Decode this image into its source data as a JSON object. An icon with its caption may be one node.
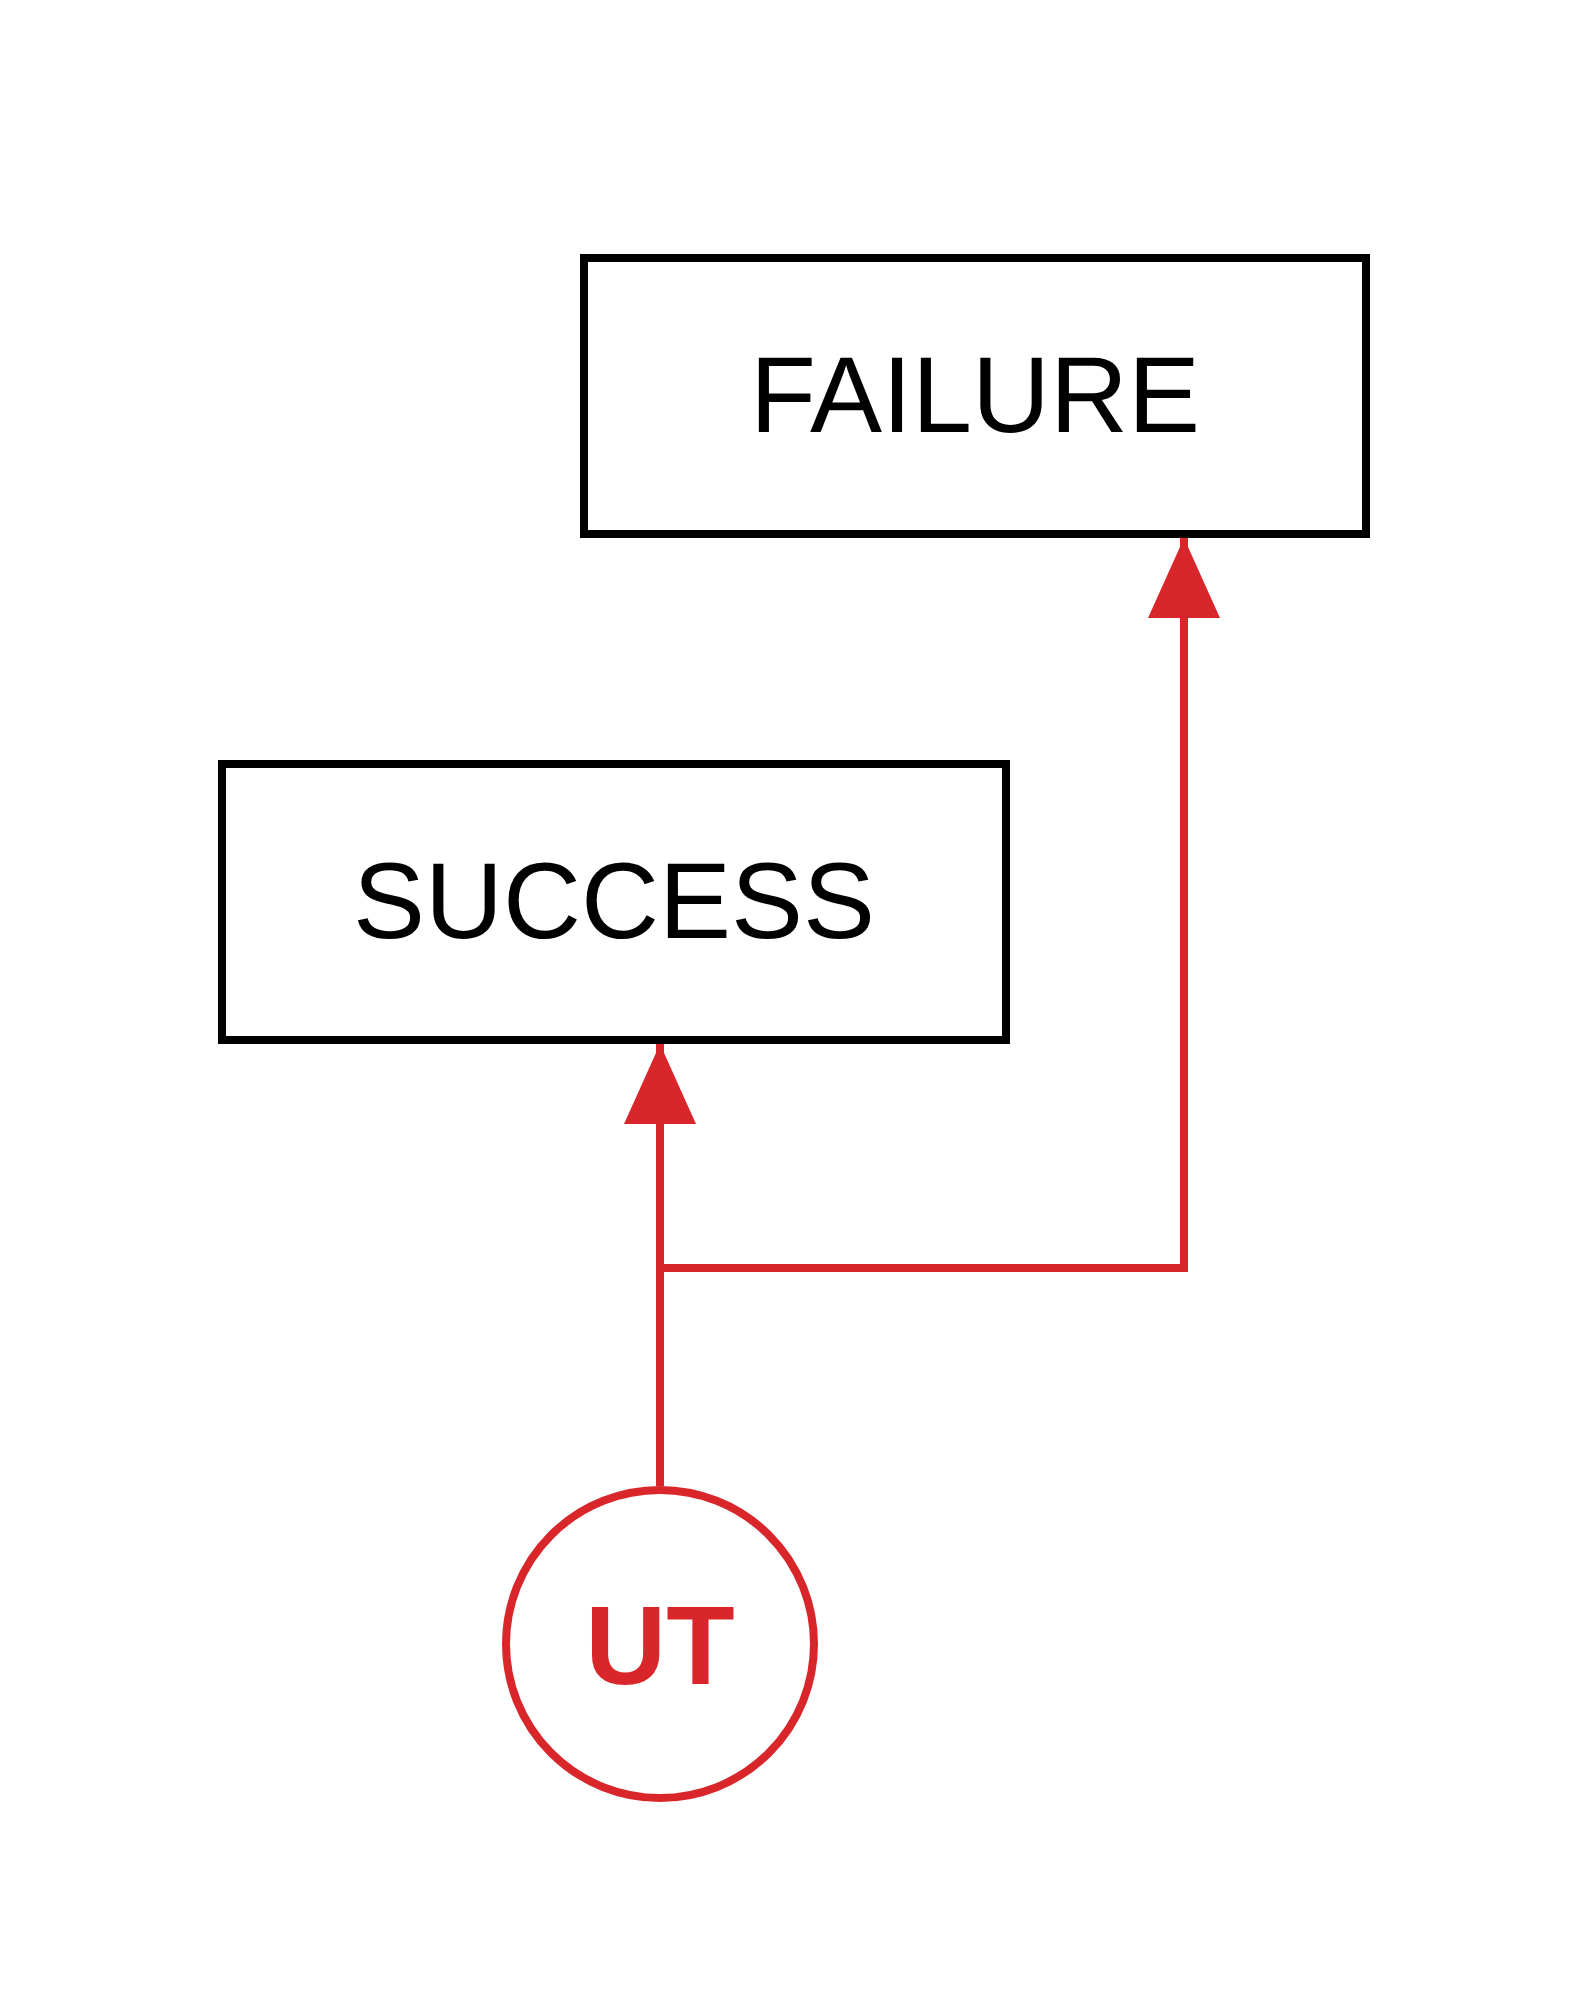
{
  "diagram": {
    "nodes": [
      {
        "text": [
          "FAILURE"
        ]
      },
      {
        "text": [
          "SUCCESS"
        ]
      },
      {
        "text": [
          "UT"
        ]
      }
    ],
    "edges": [
      {
        "from": 2,
        "to": 1,
        "arrow": "to"
      },
      {
        "from": 2,
        "to": 0,
        "arrow": "to"
      }
    ]
  }
}
